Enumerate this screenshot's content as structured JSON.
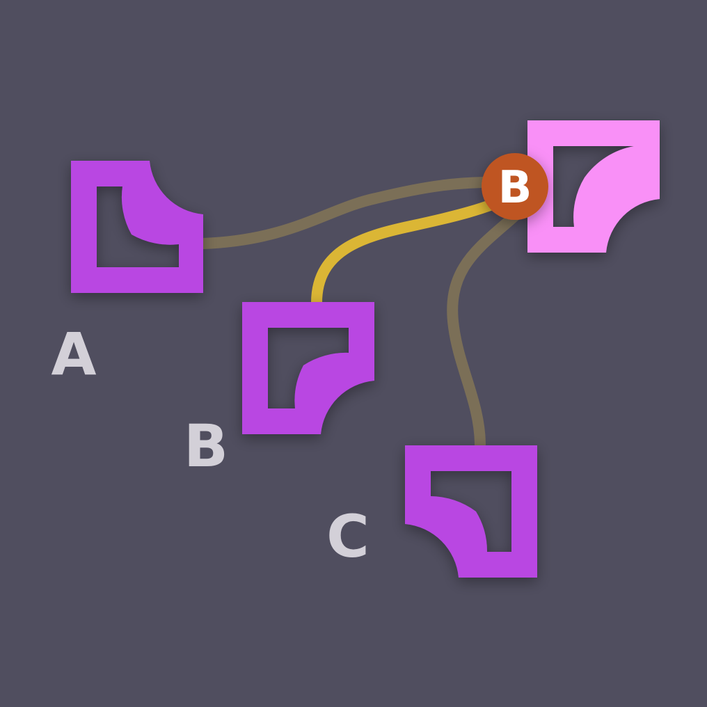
{
  "puzzle": {
    "colors": {
      "background": "#504e5f",
      "piece": "#b946e2",
      "target_piece": "#f990f7",
      "selected_link": "#dbb635",
      "link": "#7b6f57",
      "badge": "#bf5420",
      "label": "#d3d0d8"
    },
    "target": {
      "selected_badge": "B",
      "icon": "corner-notch-shape-icon"
    },
    "options": [
      {
        "label": "A",
        "icon": "corner-notch-shape-icon",
        "selected": false
      },
      {
        "label": "B",
        "icon": "corner-notch-shape-icon",
        "selected": true
      },
      {
        "label": "C",
        "icon": "corner-notch-shape-icon",
        "selected": false
      }
    ]
  }
}
